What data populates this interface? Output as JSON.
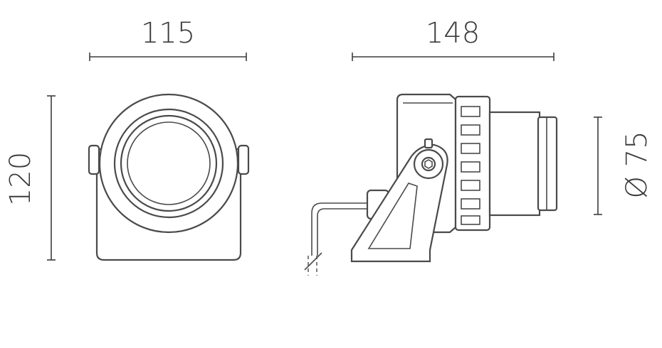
{
  "dimensions": {
    "front_width": "115",
    "side_length": "148",
    "height": "120",
    "diameter": "Ø 75"
  },
  "colors": {
    "line": "#4a4a4a",
    "text": "#3c3c3c",
    "background": "#ffffff"
  }
}
